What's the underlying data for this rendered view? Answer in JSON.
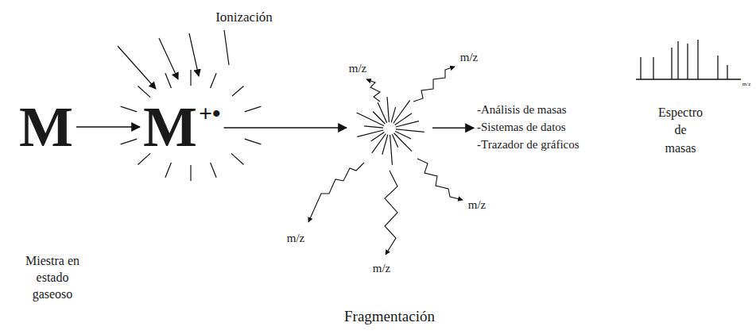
{
  "diagram": {
    "nodes": [
      {
        "text": [
          "M"
        ]
      },
      {
        "text": [
          "M",
          "+•"
        ]
      },
      {
        "text": [
          "Fragmentación"
        ]
      },
      {
        "text": [
          "-Análisis de masas",
          "-Sistemas de datos",
          "-Trazador de gráficos"
        ]
      }
    ],
    "edges": [
      {
        "from": 0,
        "to": 1,
        "arrow": "to"
      },
      {
        "from": 1,
        "to": 2,
        "arrow": "to"
      },
      {
        "from": 2,
        "to": 3,
        "arrow": "to"
      }
    ],
    "labels": [
      "Ionización",
      "m/z",
      "m/z",
      "m/z",
      "m/z",
      "m/z",
      "m/z",
      "Espectro de masas",
      "Miestra en estado gaseoso"
    ]
  }
}
